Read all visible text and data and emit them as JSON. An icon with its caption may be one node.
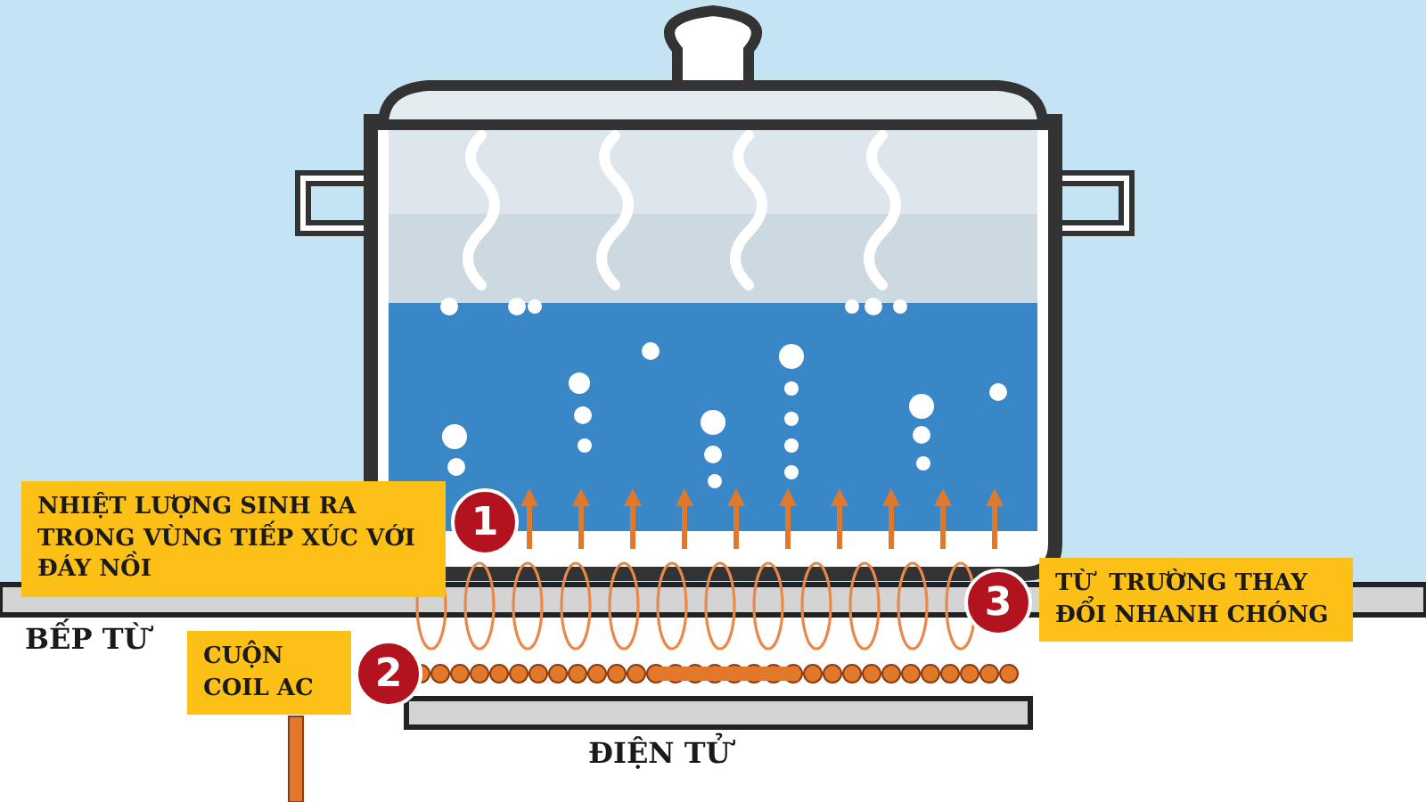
{
  "diagram": {
    "labels": [
      "NHIỆT LƯỢNG SINH RA TRONG VÙNG TIẾP XÚC VỚI ĐÁY NỒI",
      "1",
      "TỪ  TRƯỜNG THAY ĐỔI NHANH CHÓNG",
      "3",
      "BẾP TỪ",
      "CUỘN COIL AC",
      "2",
      "ĐIỆN TỬ"
    ]
  }
}
